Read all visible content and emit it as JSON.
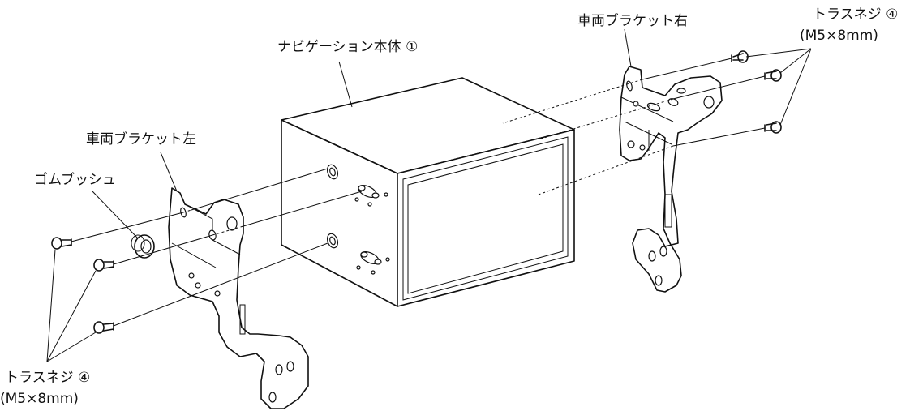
{
  "labels": {
    "nav_body": "ナビゲーション本体 ①",
    "bracket_right": "車両ブラケット右",
    "bracket_left": "車両ブラケット左",
    "rubber_bush": "ゴムブッシュ",
    "screw_right_name": "トラスネジ ④",
    "screw_right_size": "(M5×8mm)",
    "screw_left_name": "トラスネジ ④",
    "screw_left_size": "(M5×8mm)"
  }
}
